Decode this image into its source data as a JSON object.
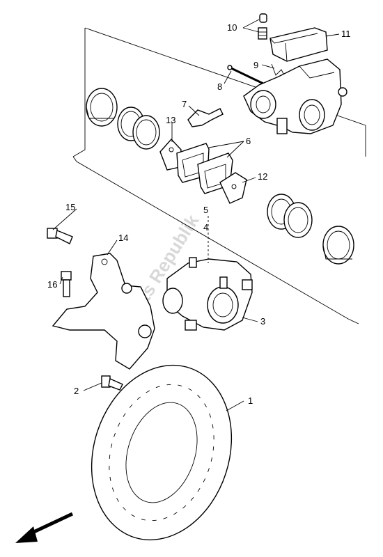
{
  "callouts": {
    "c1": "1",
    "c2": "2",
    "c3": "3",
    "c4": "4",
    "c5": "5",
    "c6": "6",
    "c7": "7",
    "c8": "8",
    "c9": "9",
    "c10": "10",
    "c11": "11",
    "c12": "12",
    "c13": "13",
    "c14": "14",
    "c15": "15",
    "c16": "16"
  },
  "watermark": "Parts Republik",
  "icons": {
    "direction": "front-arrow-icon"
  },
  "colors": {
    "line": "#000000",
    "background": "#ffffff",
    "watermark": "#d8d8d8"
  }
}
